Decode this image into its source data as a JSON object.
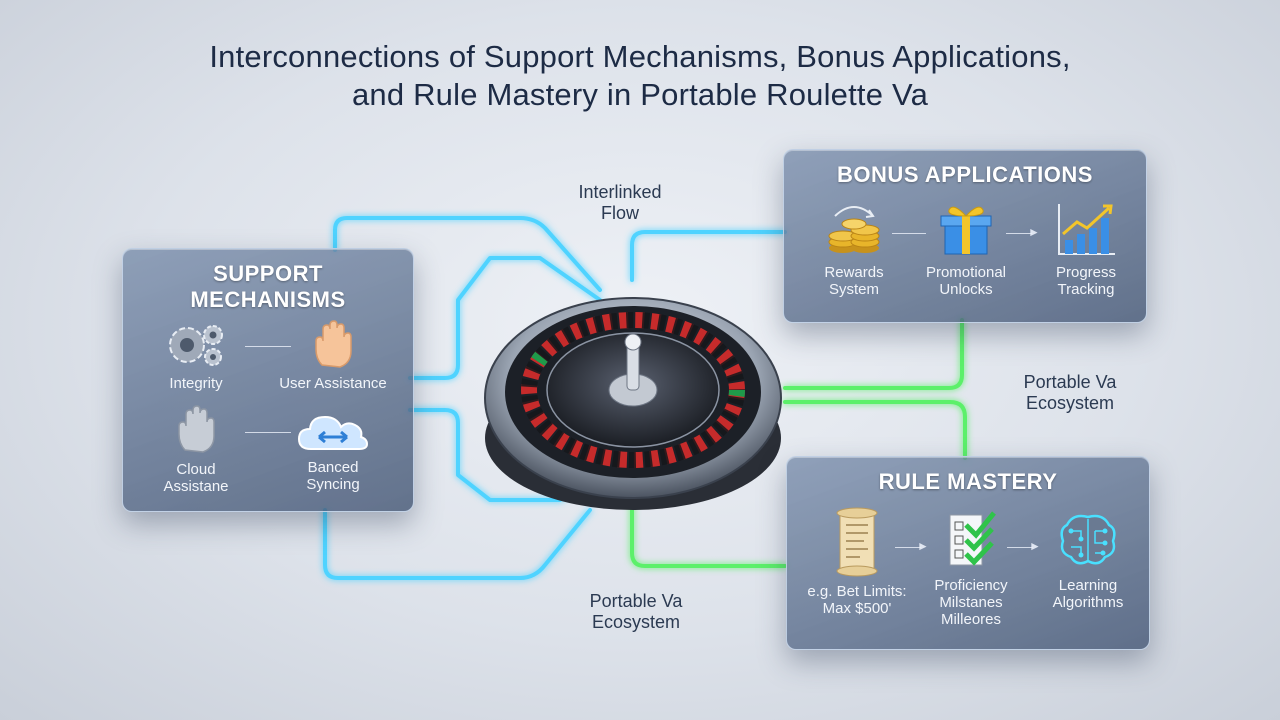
{
  "title": {
    "line1": "Interconnections of Support Mechanisms, Bonus Applications,",
    "line2": "and Rule Mastery in Portable Roulette Va"
  },
  "flow_labels": {
    "interlinked_line1": "Interlinked",
    "interlinked_line2": "Flow",
    "ecosystem_right_line1": "Portable Va",
    "ecosystem_right_line2": "Ecosystem",
    "ecosystem_bottom_line1": "Portable Va",
    "ecosystem_bottom_line2": "Ecosystem"
  },
  "support": {
    "title_line1": "SUPPORT",
    "title_line2": "MECHANISMS",
    "integrity": "Integrity",
    "user_assistance": "User Assistance",
    "cloud_line1": "Cloud",
    "cloud_line2": "Assistane",
    "banced_line1": "Banced",
    "banced_line2": "Syncing"
  },
  "bonus": {
    "title": "BONUS APPLICATIONS",
    "rewards_line1": "Rewards",
    "rewards_line2": "System",
    "promo_line1": "Promotional",
    "promo_line2": "Unlocks",
    "progress_line1": "Progress",
    "progress_line2": "Tracking"
  },
  "rules": {
    "title": "RULE MASTERY",
    "bet_line1": "e.g. Bet Limits:",
    "bet_line2": "Max $500'",
    "prof_line1": "Proficiency",
    "prof_line2": "Milstanes",
    "prof_line3": "Milleores",
    "learn_line1": "Learning",
    "learn_line2": "Algorithms"
  },
  "colors": {
    "wire_blue": "#4fd3ff",
    "wire_green": "#5cf06a",
    "panel_border": "#c8d7eb",
    "check_green": "#2fc34a",
    "gift_blue": "#3a8fe6",
    "gift_ribbon": "#f3c52a",
    "coin_gold": "#e8b52a"
  }
}
